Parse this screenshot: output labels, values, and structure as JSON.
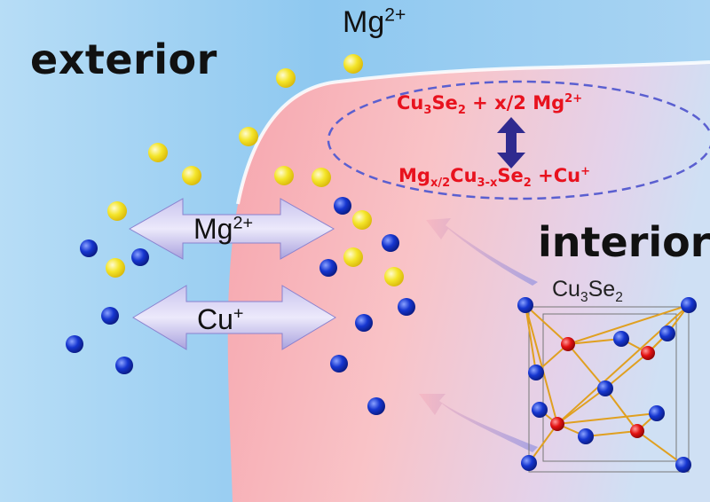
{
  "labels": {
    "exterior": "exterior",
    "interior": "interior",
    "top_ion": {
      "base": "Mg",
      "sup": "2+"
    },
    "crystal": {
      "pre": "Cu",
      "sub": "3",
      "post": "Se",
      "sub2": "2"
    }
  },
  "arrows": {
    "mg": {
      "base": "Mg",
      "sup": "2+"
    },
    "cu": {
      "base": "Cu",
      "sup": "+"
    }
  },
  "reaction": {
    "line1": {
      "a": "Cu",
      "a_sub": "3",
      "b": "Se",
      "b_sub": "2",
      "c": " + x/2 Mg",
      "c_sup": "2+"
    },
    "line2": {
      "a": "Mg",
      "a_sub": "x/2",
      "b": "Cu",
      "b_sub": "3-x",
      "c": "Se",
      "c_sub": "2",
      "d": " +Cu",
      "d_sup": "+"
    }
  },
  "colors": {
    "mg_ion": "#f2e21c",
    "cu_ion": "#1530c8",
    "red_atom": "#e01010",
    "equation": "#e8121e",
    "bond": "#e0a020"
  }
}
